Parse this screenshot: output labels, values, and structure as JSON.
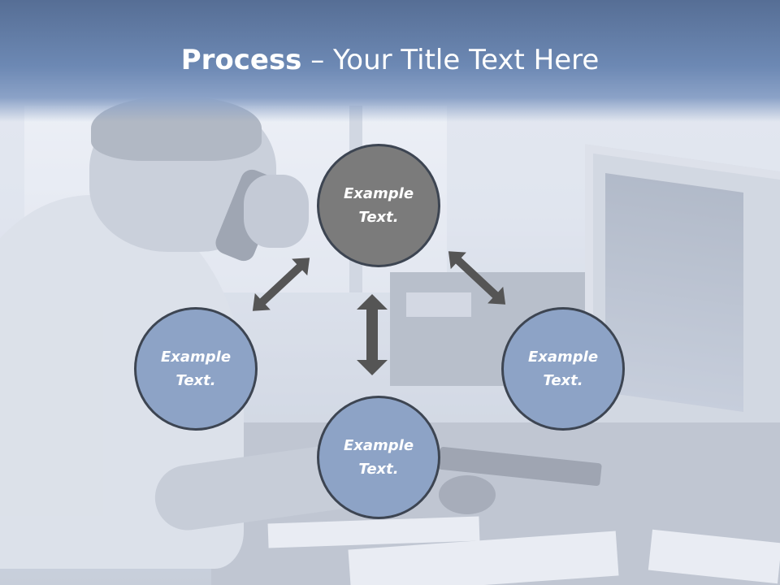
{
  "slide": {
    "title_bold": "Process",
    "title_rest": " – Your Title Text Here"
  },
  "diagram": {
    "top": {
      "line1": "Example",
      "line2": "Text."
    },
    "left": {
      "line1": "Example",
      "line2": "Text."
    },
    "right": {
      "line1": "Example",
      "line2": "Text."
    },
    "bottom": {
      "line1": "Example",
      "line2": "Text."
    }
  },
  "colors": {
    "title_band": "#6d89b4",
    "node_dark": "#7b7b7b",
    "node_blue": "#8da3c6",
    "node_border": "#3d4552",
    "arrow": "#555555"
  }
}
